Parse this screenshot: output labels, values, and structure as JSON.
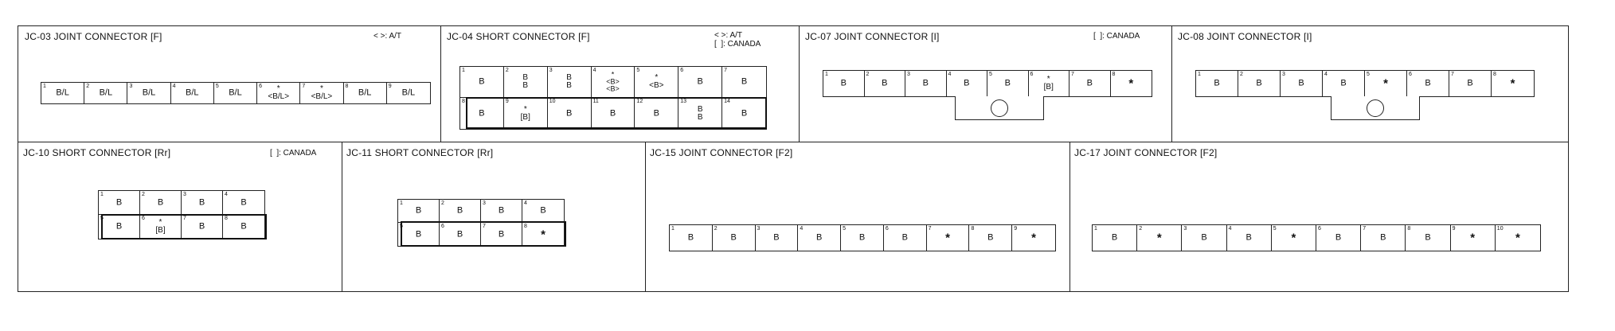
{
  "panels": [
    {
      "title": "JC-03 JOINT CONNECTOR [F]",
      "note": "< >: A/T",
      "rows": [
        [
          {
            "pin": "1",
            "value": "B/L"
          },
          {
            "pin": "2",
            "value": "B/L"
          },
          {
            "pin": "3",
            "value": "B/L"
          },
          {
            "pin": "4",
            "value": "B/L"
          },
          {
            "pin": "5",
            "value": "B/L"
          },
          {
            "pin": "6",
            "value": "*\n<B/L>"
          },
          {
            "pin": "7",
            "value": "*\n<B/L>"
          },
          {
            "pin": "8",
            "value": "B/L"
          },
          {
            "pin": "9",
            "value": "B/L"
          }
        ]
      ]
    },
    {
      "title": "JC-04 SHORT CONNECTOR [F]",
      "note": "< >: A/T\n[  ]: CANADA",
      "rows": [
        [
          {
            "pin": "1",
            "value": "B"
          },
          {
            "pin": "2",
            "value": "B\nB"
          },
          {
            "pin": "3",
            "value": "B\nB"
          },
          {
            "pin": "4",
            "value": "*\n<B>\n<B>"
          },
          {
            "pin": "5",
            "value": "*\n<B>"
          },
          {
            "pin": "6",
            "value": "B"
          },
          {
            "pin": "7",
            "value": "B"
          }
        ],
        [
          {
            "pin": "8",
            "value": "B"
          },
          {
            "pin": "9",
            "value": "*\n[B]"
          },
          {
            "pin": "10",
            "value": "B"
          },
          {
            "pin": "11",
            "value": "B"
          },
          {
            "pin": "12",
            "value": "B"
          },
          {
            "pin": "13",
            "value": "B\nB"
          },
          {
            "pin": "14",
            "value": "B"
          }
        ]
      ]
    },
    {
      "title": "JC-07 JOINT CONNECTOR [I]",
      "note": "[  ]: CANADA",
      "rows": [
        [
          {
            "pin": "1",
            "value": "B"
          },
          {
            "pin": "2",
            "value": "B"
          },
          {
            "pin": "3",
            "value": "B"
          },
          {
            "pin": "4",
            "value": "B"
          },
          {
            "pin": "5",
            "value": "B"
          },
          {
            "pin": "6",
            "value": "*\n[B]"
          },
          {
            "pin": "7",
            "value": "B"
          },
          {
            "pin": "8",
            "value": "*"
          }
        ]
      ]
    },
    {
      "title": "JC-08 JOINT CONNECTOR [I]",
      "note": "",
      "rows": [
        [
          {
            "pin": "1",
            "value": "B"
          },
          {
            "pin": "2",
            "value": "B"
          },
          {
            "pin": "3",
            "value": "B"
          },
          {
            "pin": "4",
            "value": "B"
          },
          {
            "pin": "5",
            "value": "*"
          },
          {
            "pin": "6",
            "value": "B"
          },
          {
            "pin": "7",
            "value": "B"
          },
          {
            "pin": "8",
            "value": "*"
          }
        ]
      ]
    },
    {
      "title": "JC-10 SHORT CONNECTOR [Rr]",
      "note": "[  ]: CANADA",
      "rows": [
        [
          {
            "pin": "1",
            "value": "B"
          },
          {
            "pin": "2",
            "value": "B"
          },
          {
            "pin": "3",
            "value": "B"
          },
          {
            "pin": "4",
            "value": "B"
          }
        ],
        [
          {
            "pin": "5",
            "value": "B"
          },
          {
            "pin": "6",
            "value": "*\n[B]"
          },
          {
            "pin": "7",
            "value": "B"
          },
          {
            "pin": "8",
            "value": "B"
          }
        ]
      ]
    },
    {
      "title": "JC-11 SHORT CONNECTOR [Rr]",
      "note": "",
      "rows": [
        [
          {
            "pin": "1",
            "value": "B"
          },
          {
            "pin": "2",
            "value": "B"
          },
          {
            "pin": "3",
            "value": "B"
          },
          {
            "pin": "4",
            "value": "B"
          }
        ],
        [
          {
            "pin": "5",
            "value": "B"
          },
          {
            "pin": "6",
            "value": "B"
          },
          {
            "pin": "7",
            "value": "B"
          },
          {
            "pin": "8",
            "value": "*"
          }
        ]
      ]
    },
    {
      "title": "JC-15 JOINT CONNECTOR [F2]",
      "note": "",
      "rows": [
        [
          {
            "pin": "1",
            "value": "B"
          },
          {
            "pin": "2",
            "value": "B"
          },
          {
            "pin": "3",
            "value": "B"
          },
          {
            "pin": "4",
            "value": "B"
          },
          {
            "pin": "5",
            "value": "B"
          },
          {
            "pin": "6",
            "value": "B"
          },
          {
            "pin": "7",
            "value": "*"
          },
          {
            "pin": "8",
            "value": "B"
          },
          {
            "pin": "9",
            "value": "*"
          }
        ]
      ]
    },
    {
      "title": "JC-17 JOINT CONNECTOR [F2]",
      "note": "",
      "rows": [
        [
          {
            "pin": "1",
            "value": "B"
          },
          {
            "pin": "2",
            "value": "*"
          },
          {
            "pin": "3",
            "value": "B"
          },
          {
            "pin": "4",
            "value": "B"
          },
          {
            "pin": "5",
            "value": "*"
          },
          {
            "pin": "6",
            "value": "B"
          },
          {
            "pin": "7",
            "value": "B"
          },
          {
            "pin": "8",
            "value": "B"
          },
          {
            "pin": "9",
            "value": "*"
          },
          {
            "pin": "10",
            "value": "*"
          }
        ]
      ]
    }
  ]
}
